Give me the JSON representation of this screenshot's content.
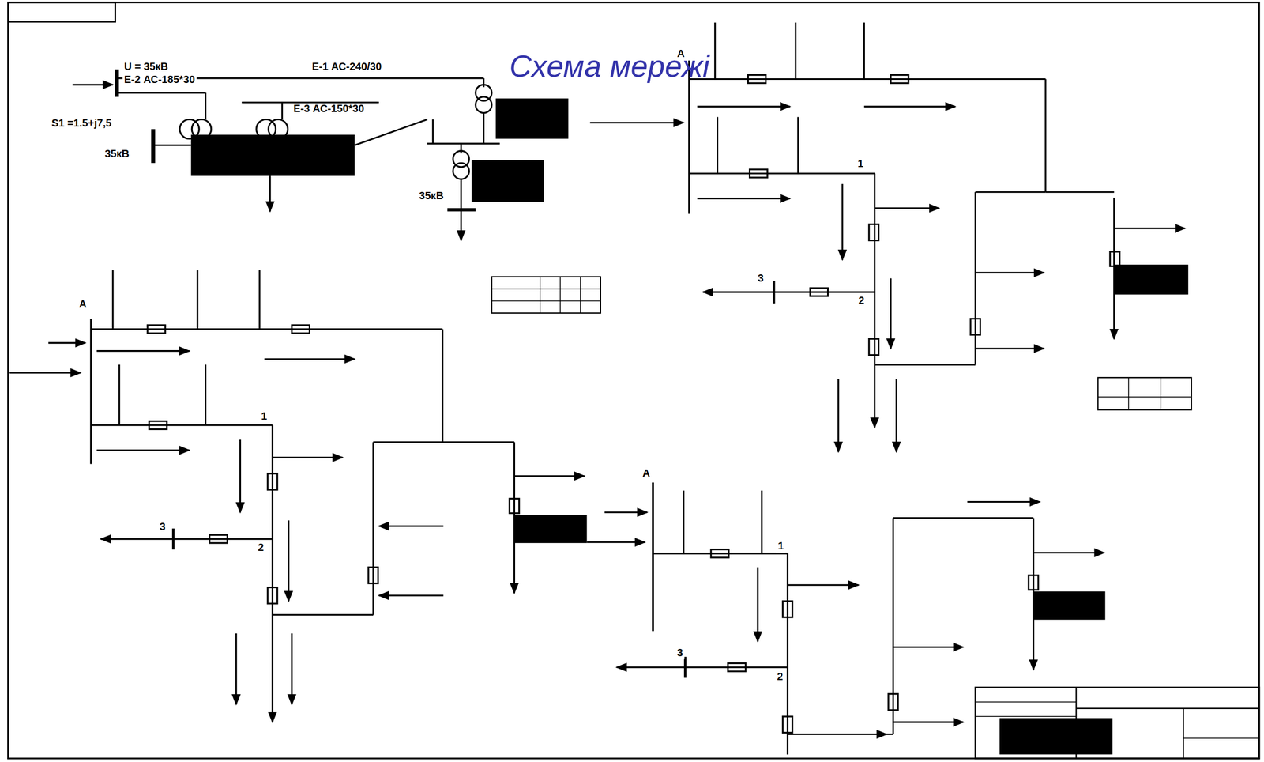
{
  "diagram": {
    "title": "Схема мережі",
    "labels": [
      "U = 35кВ",
      "Е-2 АС-185*30",
      "Е-1 АС-240/30",
      "Е-3 АС-150*30",
      "S1 =1.5+j7,5",
      "35кВ",
      "35кВ",
      "A",
      "1",
      "2",
      "3",
      "A",
      "1",
      "2",
      "3",
      "A",
      "1",
      "2",
      "3"
    ]
  }
}
